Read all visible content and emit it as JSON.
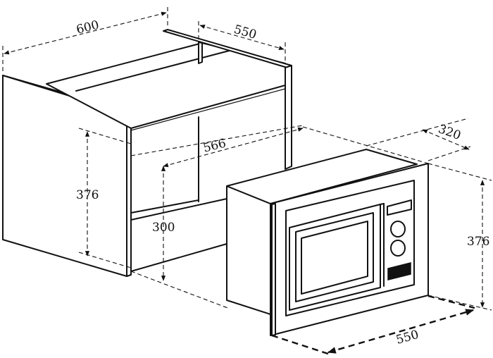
{
  "dimensions": {
    "cabinet_width": "600",
    "cabinet_depth": "550",
    "opening_width": "566",
    "opening_height_outer": "376",
    "opening_height_inner": "300",
    "oven_depth": "320",
    "oven_height": "376",
    "oven_width": "550"
  }
}
